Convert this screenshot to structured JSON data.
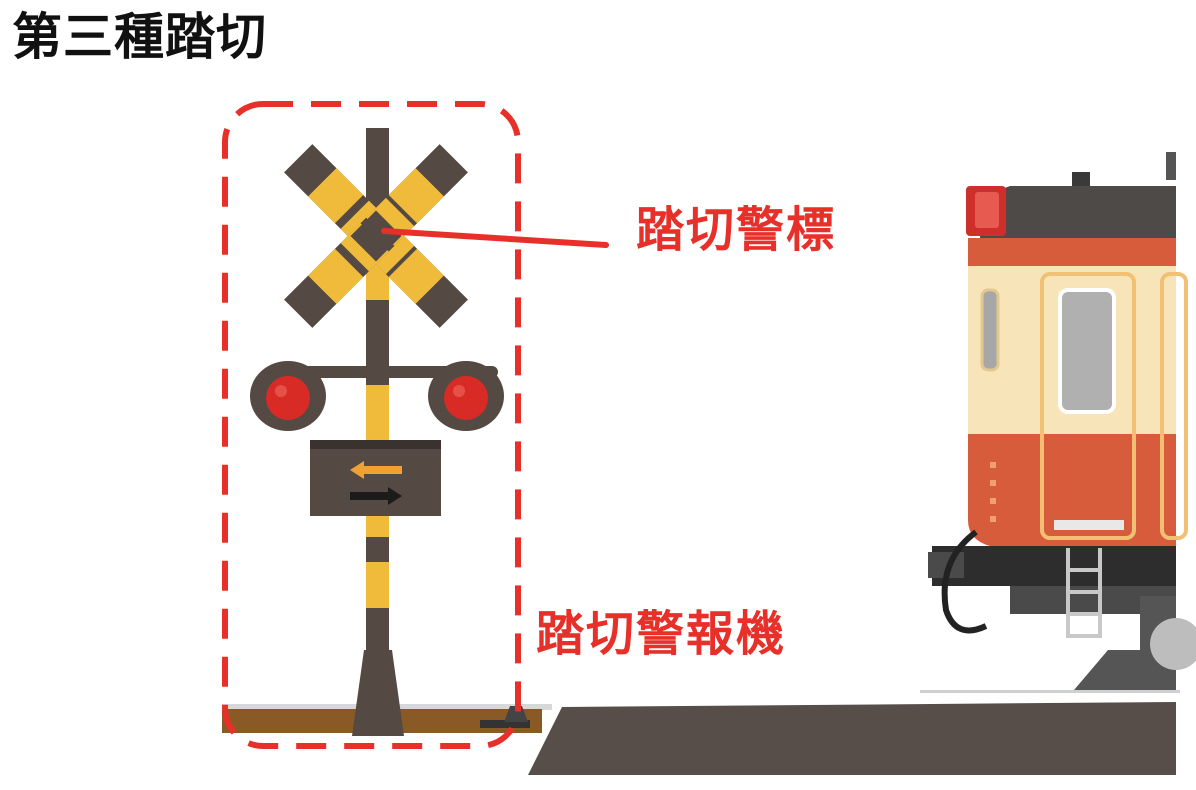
{
  "title": "第三種踏切",
  "labels": {
    "crossing_sign": "踏切警標",
    "alarm_device": "踏切警報機"
  },
  "icons": {
    "crossbuck": "crossbuck-sign-icon",
    "signal_lights": "red-signal-lamp-icon",
    "direction_indicator": "direction-arrow-icon",
    "train": "train-icon"
  },
  "colors": {
    "highlight": "#e8302a",
    "pole_yellow": "#f0bb3a",
    "pole_dark": "#544943",
    "lamp_red": "#d92b25",
    "train_red": "#d65c3c",
    "train_cream": "#f7e4b8",
    "ground_brown": "#8a5a26"
  }
}
